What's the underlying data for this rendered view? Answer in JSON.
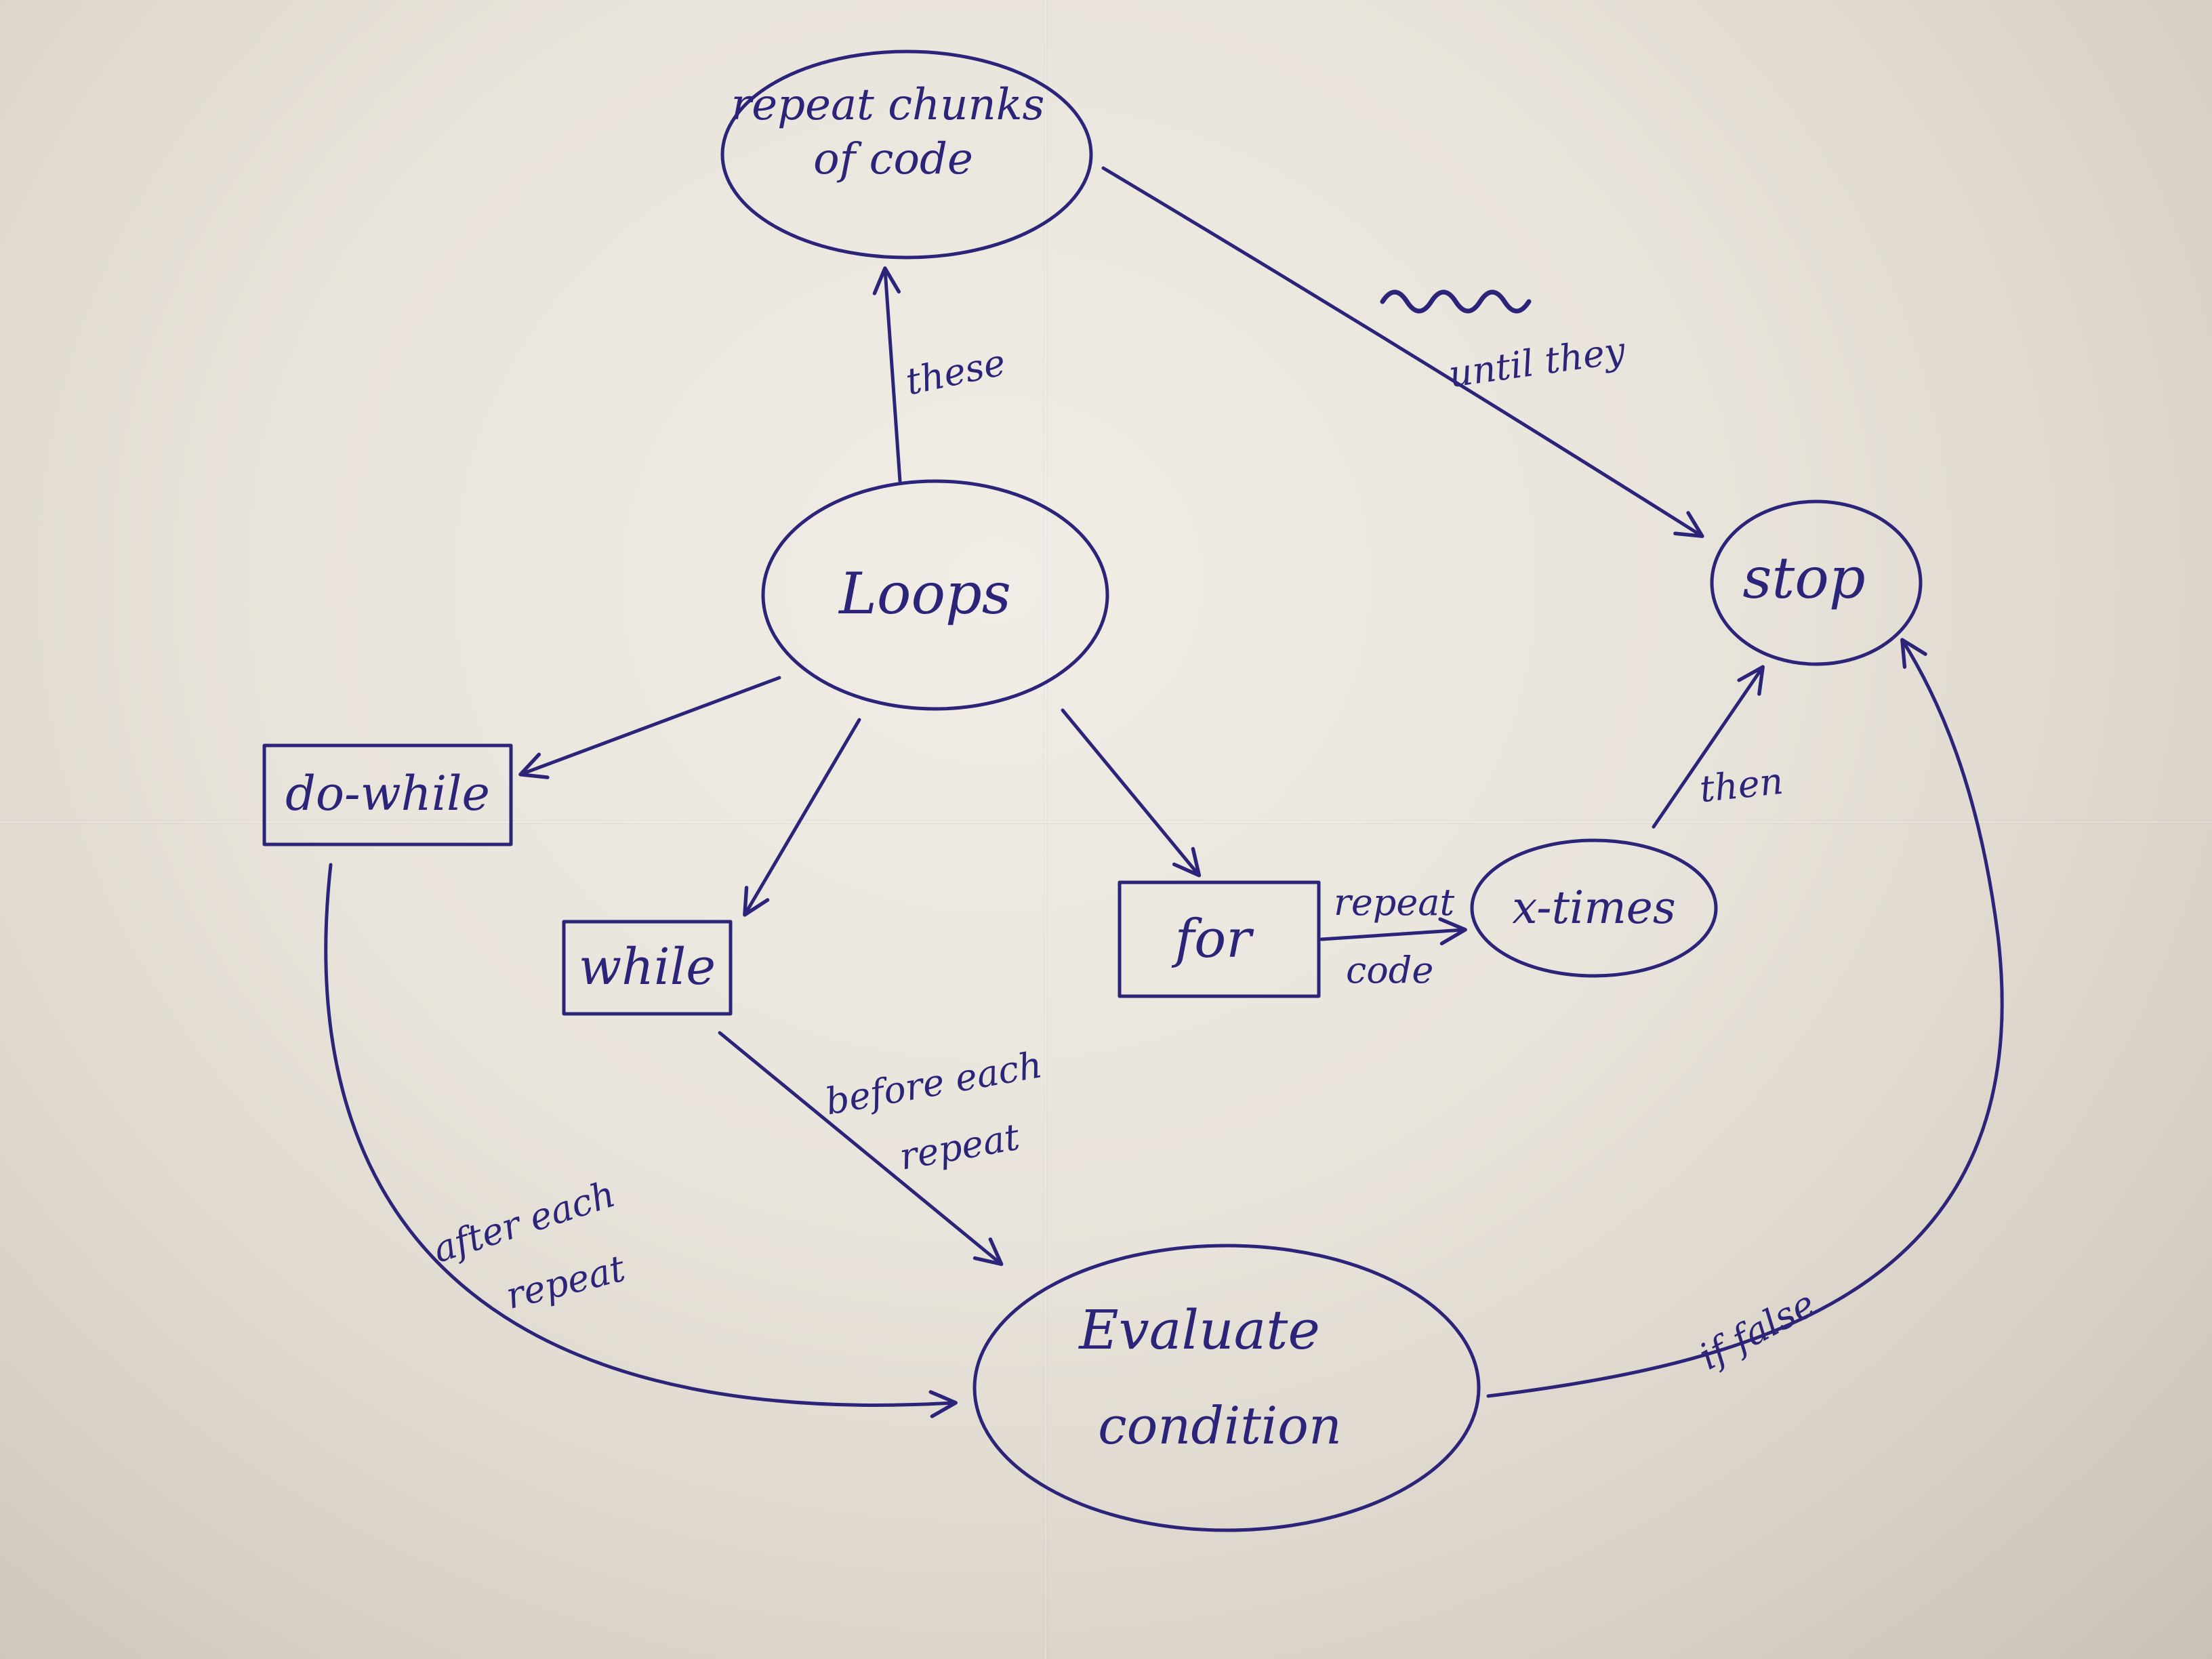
{
  "nodes": {
    "repeat": {
      "line1": "repeat chunks",
      "line2": "of code"
    },
    "loops": {
      "label": "Loops"
    },
    "stop": {
      "label": "stop"
    },
    "do_while": {
      "label": "do-while"
    },
    "while": {
      "label": "while"
    },
    "for": {
      "label": "for"
    },
    "x_times": {
      "label": "x-times"
    },
    "evaluate": {
      "line1": "Evaluate",
      "line2": "condition"
    }
  },
  "edges": {
    "these": "these",
    "until_they": "until they",
    "then": "then",
    "repeat_code_1": "repeat",
    "repeat_code_2": "code",
    "before_each_1": "before each",
    "before_each_2": "repeat",
    "after_each_1": "after each",
    "after_each_2": "repeat",
    "if_false": "if false"
  },
  "colors": {
    "ink": "#2b2479",
    "paper": "#ece7df"
  }
}
